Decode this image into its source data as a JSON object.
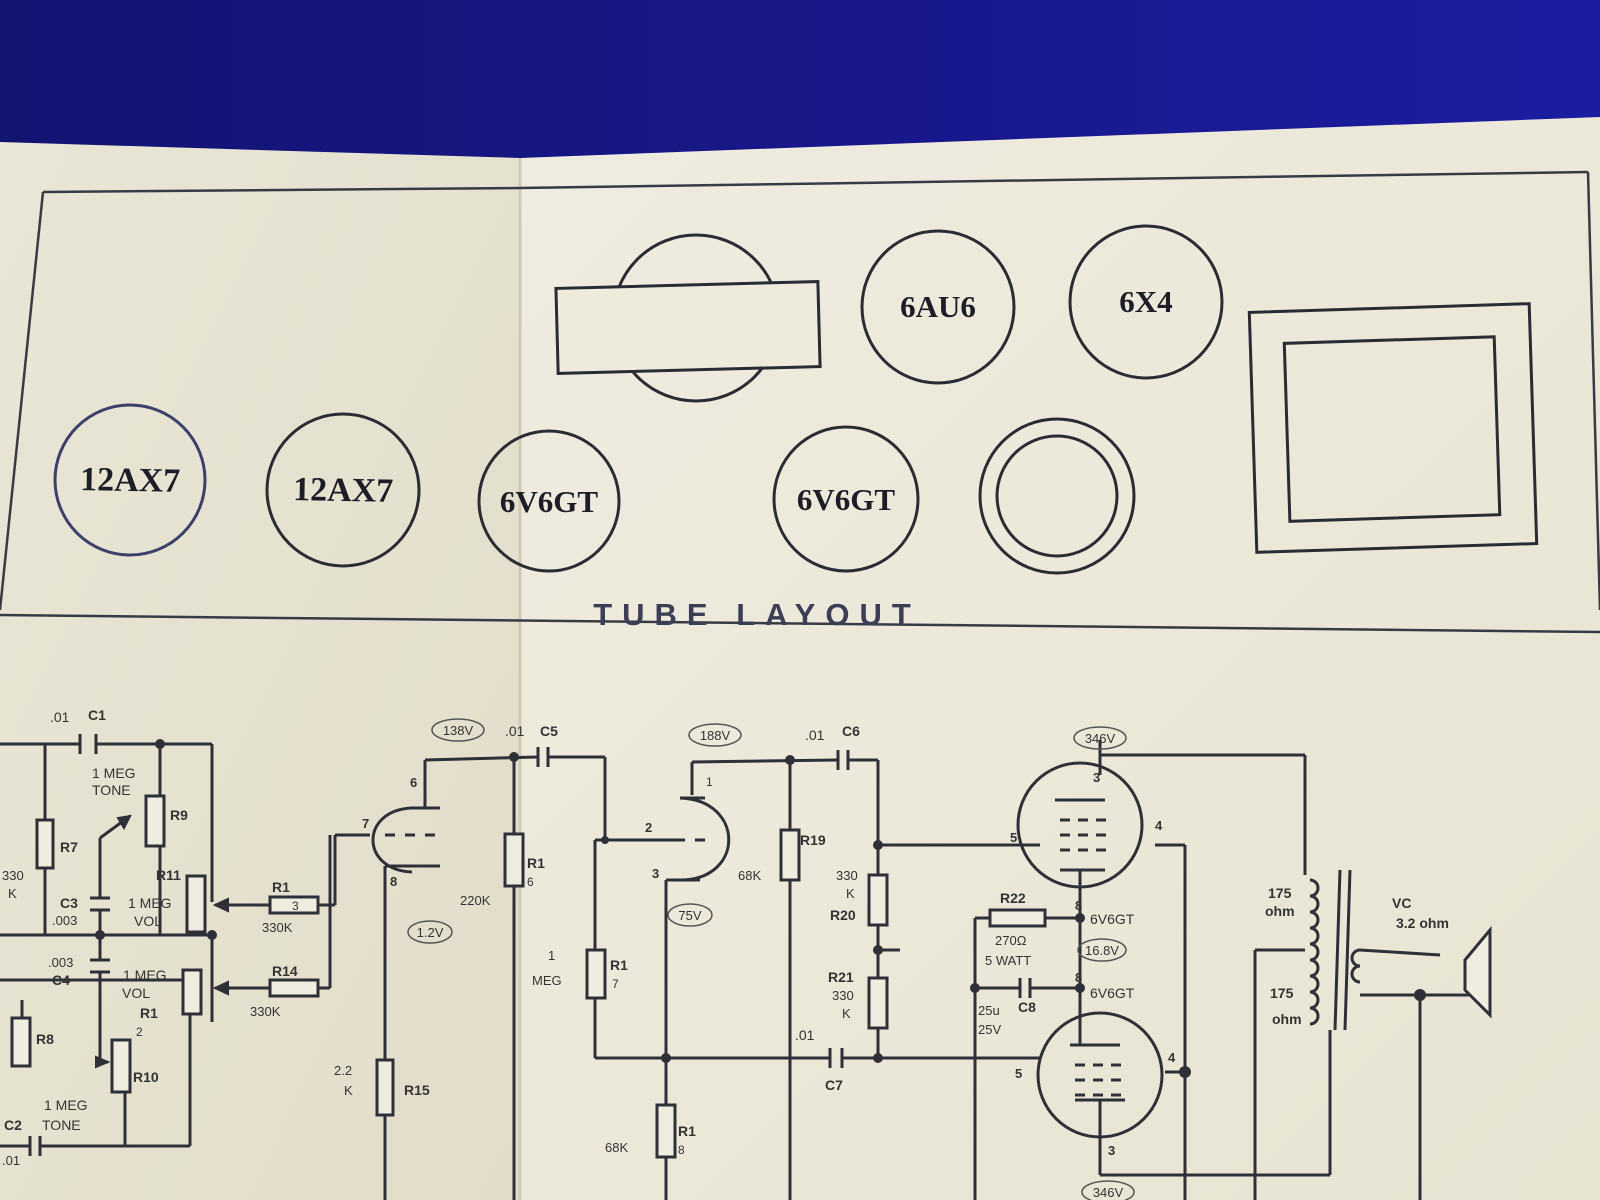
{
  "tube_layout": {
    "title": "TUBE LAYOUT",
    "tubes": [
      "12AX7",
      "12AX7",
      "6V6GT",
      "6V6GT",
      "6AU6",
      "6X4"
    ]
  },
  "schematic": {
    "voltages": [
      "138V",
      "188V",
      "346V",
      "1.2V",
      "75V",
      "16.8V",
      "346V"
    ],
    "components": {
      "c1": ".01",
      "c1_ref": "C1",
      "c5": ".01",
      "c5_ref": "C5",
      "c6": ".01",
      "c6_ref": "C6",
      "c7": ".01",
      "c7_ref": "C7",
      "c3": "C3",
      "c3_val": ".003",
      "c4": "C4",
      "c4_val": ".003",
      "c2": "C2",
      "c2_val": ".01",
      "c8": "C8",
      "c8_val1": "25u",
      "c8_val2": "25V",
      "r7": "R7",
      "r7_val1": "330",
      "r7_val2": "K",
      "r9": "R9",
      "r9_val1": "1 MEG",
      "r9_val2": "TONE",
      "r11": "R11",
      "r11_val1": "1 MEG",
      "r11_val2": "VOL",
      "r13": "R1",
      "r13_b": "3",
      "r13_val": "330K",
      "r14": "R14",
      "r14_val": "330K",
      "r12": "R1",
      "r12_b": "2",
      "r12_val1": "1 MEG",
      "r12_val2": "VOL",
      "r10": "R10",
      "r10_val1": "1 MEG",
      "r10_val2": "TONE",
      "r8": "R8",
      "r16": "R1",
      "r16_b": "6",
      "r16_val": "220K",
      "r15": "R15",
      "r15_val1": "2.2",
      "r15_val2": "K",
      "r17": "R1",
      "r17_b": "7",
      "r17_val1": "1",
      "r17_val2": "MEG",
      "r19": "R19",
      "r19_val": "68K",
      "r18": "R1",
      "r18_b": "8",
      "r18_val": "68K",
      "r20": "R20",
      "r20_val1": "330",
      "r20_val2": "K",
      "r21": "R21",
      "r21_val1": "330",
      "r21_val2": "K",
      "r22": "R22",
      "r22_val1": "270Ω",
      "r22_val2": "5 WATT"
    },
    "pins": [
      "6",
      "7",
      "8",
      "2",
      "3",
      "1",
      "3",
      "5",
      "4",
      "8",
      "8",
      "5",
      "4",
      "3"
    ],
    "power_tube_labels": [
      "6V6GT",
      "6V6GT"
    ],
    "transformer": {
      "primary_top1": "175",
      "primary_top2": "ohm",
      "primary_bot1": "175",
      "primary_bot2": "ohm",
      "vc1": "VC",
      "vc2": "3.2 ohm"
    }
  },
  "colors": {
    "paper_left": "#ece9d9",
    "paper_right": "#eeebdc",
    "ink": "#2b2b33",
    "background": "#1a1a8a"
  }
}
